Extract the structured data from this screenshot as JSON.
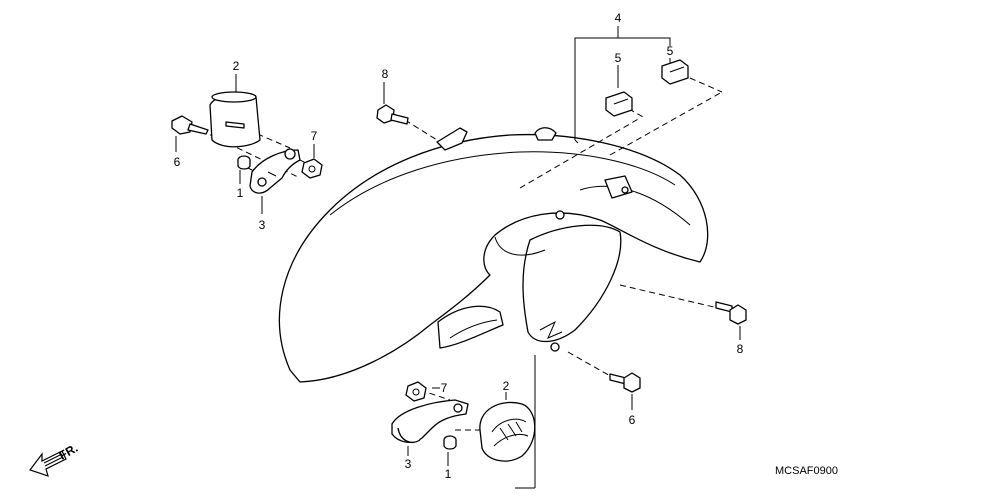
{
  "callouts": {
    "c1_top": "1",
    "c1_bot": "1",
    "c2_top": "2",
    "c2_bot": "2",
    "c3_top": "3",
    "c3_bot": "3",
    "c4": "4",
    "c5_left": "5",
    "c5_right": "5",
    "c6_top": "6",
    "c6_bot": "6",
    "c7_top": "7",
    "c7_bot": "7",
    "c8_top": "8",
    "c8_right": "8"
  },
  "direction_marker": {
    "label": "FR."
  },
  "diagram_code": "MCSAF0900"
}
